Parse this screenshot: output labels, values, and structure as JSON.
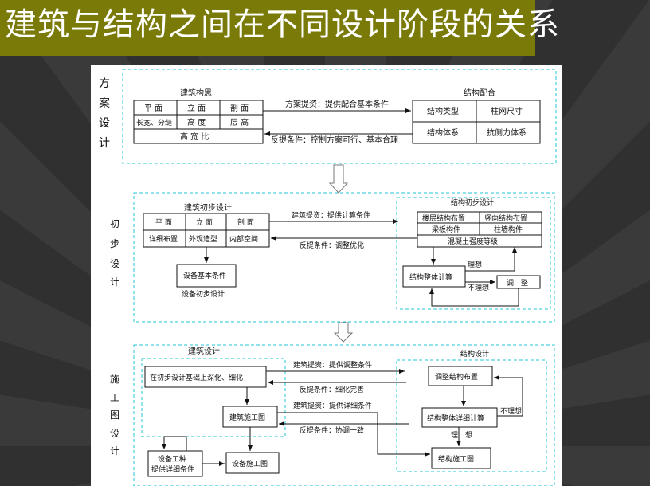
{
  "title": "建筑与结构之间在不同设计阶段的关系",
  "stages": {
    "scheme": {
      "label": [
        "方",
        "案",
        "设",
        "计"
      ],
      "arch_title": "建筑构思",
      "arch_cells": [
        "平 面",
        "立 面",
        "剖 面",
        "长宽、分缝",
        "高 度",
        "层 高",
        "高 宽 比"
      ],
      "struct_title": "结构配合",
      "struct_cells": [
        "结构类型",
        "柱网尺寸",
        "结构体系",
        "抗侧力体系"
      ],
      "forward": "方案提资：提供配合基本条件",
      "feedback": "反提条件：控制方案可行、基本合理"
    },
    "preliminary": {
      "label": [
        "初",
        "步",
        "设",
        "计"
      ],
      "arch_title": "建筑初步设计",
      "arch_cells": [
        "平 面",
        "立 面",
        "剖 面",
        "详细布置",
        "外观造型",
        "内部空间"
      ],
      "equip_box": "设备基本条件",
      "equip_title": "设备初步设计",
      "struct_title": "结构初步设计",
      "struct_cells": [
        "楼层结构布置",
        "竖向结构布置",
        "梁板构件",
        "柱墙构件",
        "混凝土强度等级"
      ],
      "calc_box": "结构整体计算",
      "adjust_box": "调　整",
      "ideal": "理想",
      "not_ideal": "不理想",
      "forward": "建筑提资：提供计算条件",
      "feedback": "反提条件：调整优化"
    },
    "construction": {
      "label": [
        "施",
        "工",
        "图",
        "设",
        "计"
      ],
      "arch_title": "建筑设计",
      "deepen_box": "在初步设计基础上深化、细化",
      "arch_drawing_box": "建筑施工图",
      "equip_type_line1": "设备工种",
      "equip_type_line2": "提供详细条件",
      "equip_drawing_box": "设备施工图",
      "struct_title": "结构设计",
      "adjust_layout_box": "调整结构布置",
      "detail_calc_box": "结构整体详细计算",
      "struct_drawing_box": "结构施工图",
      "not_ideal": "不理想",
      "ideal": "理　想",
      "forward1": "建筑提资：提供调整条件",
      "feedback1": "反提条件：细化完善",
      "forward2": "建筑提资：提供详细条件",
      "feedback2": "反提条件：协调一致"
    }
  }
}
